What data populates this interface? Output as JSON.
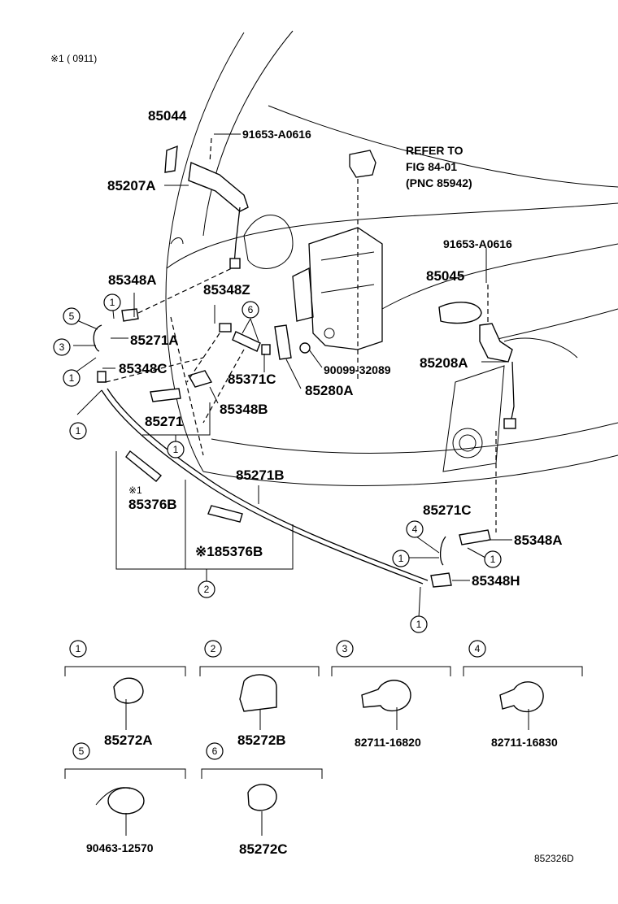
{
  "note": "※1 (   0911)",
  "drawing_code": "852326D",
  "refer_note": {
    "line1": "REFER TO",
    "line2": "FIG 84-01",
    "line3": "(PNC 85942)"
  },
  "labels": {
    "p85044": "85044",
    "p91653a": "91653-A0616",
    "p85207a": "85207A",
    "p91653b": "91653-A0616",
    "p85045": "85045",
    "p85348a_l": "85348A",
    "p85348z": "85348Z",
    "p85271a": "85271A",
    "p85348c": "85348C",
    "p85371c": "85371C",
    "p85280a": "85280A",
    "p90099": "90099-32089",
    "p85208a": "85208A",
    "p85348b": "85348B",
    "p85271": "85271",
    "p85271b": "85271B",
    "p85376b_1": "85376B",
    "p85376b_1_note": "※1",
    "p85376b_2": "※185376B",
    "p85271c": "85271C",
    "p85348a_r": "85348A",
    "p85348h": "85348H"
  },
  "callouts": {
    "c1": "1",
    "c2": "2",
    "c3": "3",
    "c4": "4",
    "c5": "5",
    "c6": "6"
  },
  "clamps": [
    {
      "key": "1",
      "part": "85272A"
    },
    {
      "key": "2",
      "part": "85272B"
    },
    {
      "key": "3",
      "part": "82711-16820"
    },
    {
      "key": "4",
      "part": "82711-16830"
    },
    {
      "key": "5",
      "part": "90463-12570"
    },
    {
      "key": "6",
      "part": "85272C"
    }
  ]
}
